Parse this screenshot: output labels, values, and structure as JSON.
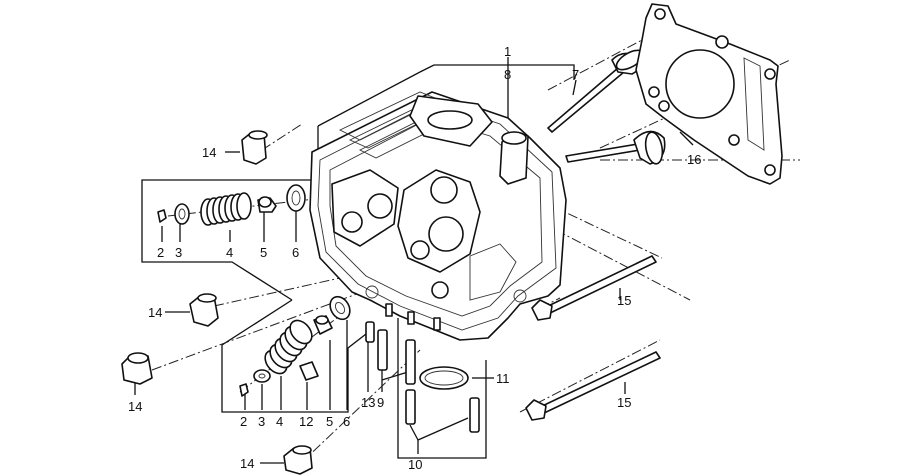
{
  "callouts": [
    {
      "id": "1",
      "text": "1"
    },
    {
      "id": "8",
      "text": "8"
    },
    {
      "id": "7",
      "text": "7"
    },
    {
      "id": "16",
      "text": "16"
    },
    {
      "id": "14a",
      "text": "14"
    },
    {
      "id": "2a",
      "text": "2"
    },
    {
      "id": "3a",
      "text": "3"
    },
    {
      "id": "4a",
      "text": "4"
    },
    {
      "id": "5a",
      "text": "5"
    },
    {
      "id": "6a",
      "text": "6"
    },
    {
      "id": "15a",
      "text": "15"
    },
    {
      "id": "14b",
      "text": "14"
    },
    {
      "id": "14c",
      "text": "14"
    },
    {
      "id": "13",
      "text": "13"
    },
    {
      "id": "9",
      "text": "9"
    },
    {
      "id": "11",
      "text": "11"
    },
    {
      "id": "15b",
      "text": "15"
    },
    {
      "id": "2b",
      "text": "2"
    },
    {
      "id": "3b",
      "text": "3"
    },
    {
      "id": "4b",
      "text": "4"
    },
    {
      "id": "12",
      "text": "12"
    },
    {
      "id": "5b",
      "text": "5"
    },
    {
      "id": "6b",
      "text": "6"
    },
    {
      "id": "10",
      "text": "10"
    },
    {
      "id": "14d",
      "text": "14"
    }
  ]
}
